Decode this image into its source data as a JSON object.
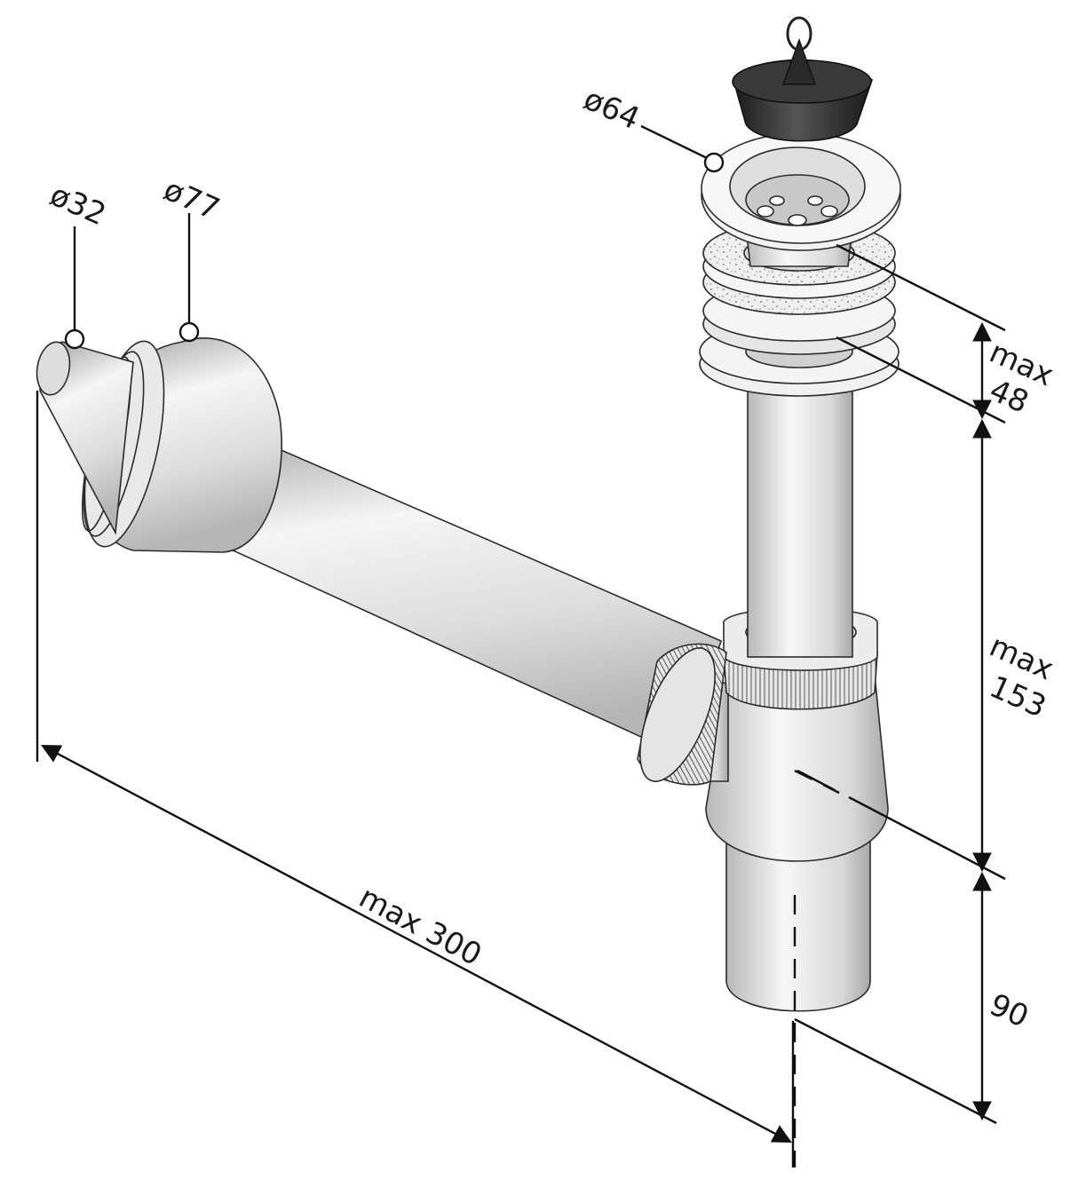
{
  "labels": {
    "d32": "ø32",
    "d77": "ø77",
    "d64": "ø64",
    "max48_line1": "max",
    "max48_line2": "48",
    "max153_line1": "max",
    "max153_line2": "153",
    "dim90": "90",
    "max300": "max 300"
  },
  "colors": {
    "metal_light": "#f2f2f2",
    "metal_mid": "#d4d4d4",
    "metal_dark": "#a9a9a9",
    "rubber": "#2a2a2a",
    "line": "#111111"
  }
}
